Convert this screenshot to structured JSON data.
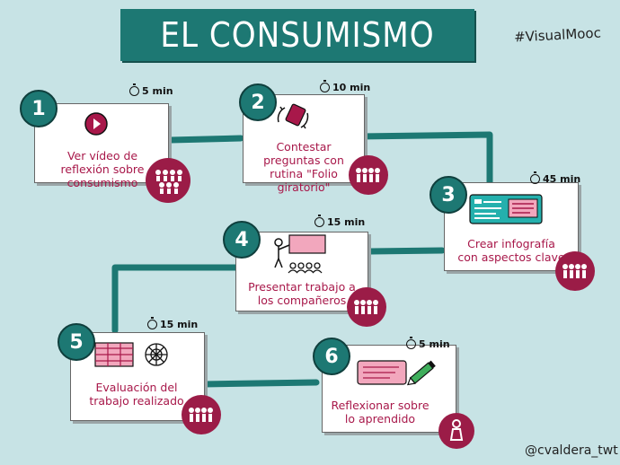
{
  "title": "EL CONSUMISMO",
  "hashtag": "#VisualMooc",
  "credit": "@cvaldera_twt",
  "colors": {
    "background": "#c7e3e5",
    "teal": "#1d7873",
    "crimson": "#a8184a",
    "badge": "#9b1c47",
    "pink": "#f2a7bd"
  },
  "steps": [
    {
      "number": "1",
      "time": "5 min",
      "text": "Ver vídeo de reflexión sobre consumismo",
      "grouping": "whole-class-icon",
      "icon": "play-button-icon"
    },
    {
      "number": "2",
      "time": "10 min",
      "text": "Contestar preguntas con rutina \"Folio giratorio\"",
      "grouping": "group-icon",
      "icon": "rotating-sheet-icon"
    },
    {
      "number": "3",
      "time": "45 min",
      "text": "Crear infografía con aspectos clave",
      "grouping": "group-icon",
      "icon": "infographic-icon"
    },
    {
      "number": "4",
      "time": "15 min",
      "text": "Presentar trabajo a los compañeros",
      "grouping": "group-icon",
      "icon": "presentation-icon"
    },
    {
      "number": "5",
      "time": "15 min",
      "text": "Evaluación del trabajo realizado",
      "grouping": "group-icon",
      "icon": "rubric-target-icon"
    },
    {
      "number": "6",
      "time": "5 min",
      "text": "Reflexionar sobre lo aprendido",
      "grouping": "individual-icon",
      "icon": "writing-icon"
    }
  ]
}
